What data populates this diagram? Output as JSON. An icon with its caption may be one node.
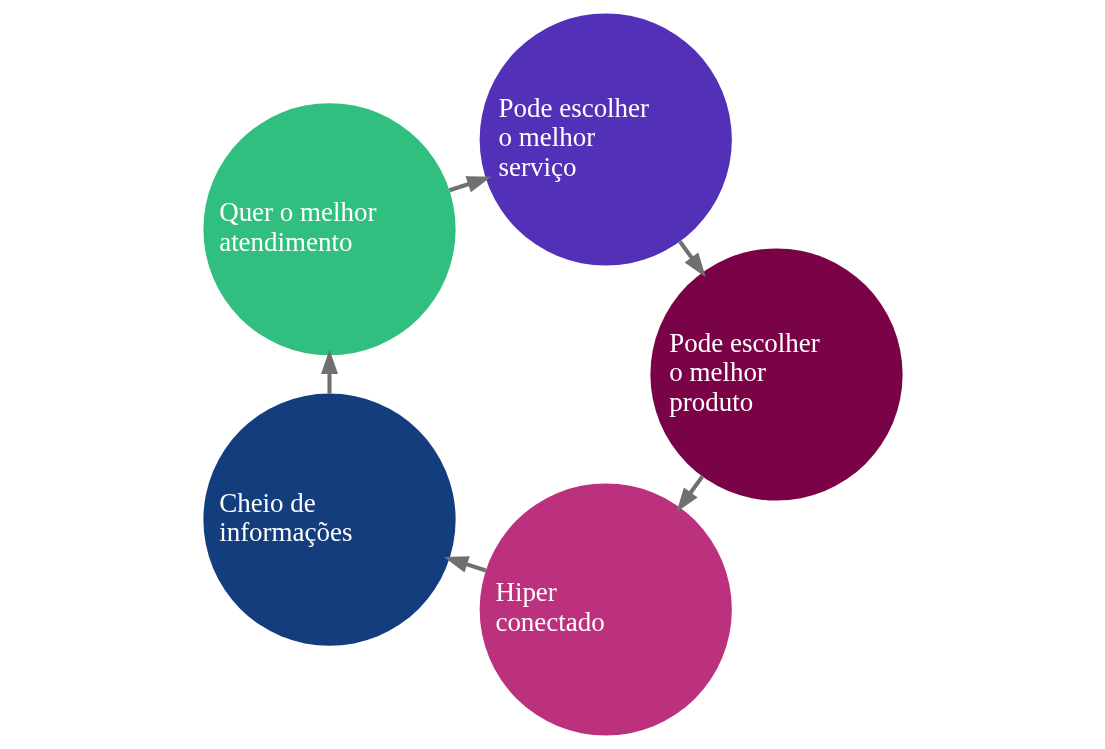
{
  "diagram": {
    "nodes": [
      {
        "text": [
          "Hiper conectado"
        ]
      },
      {
        "text": [
          "Pode escolher o melhor produto"
        ]
      },
      {
        "text": [
          "Cheio de informações"
        ]
      },
      {
        "text": [
          "Pode escolher o melhor serviço"
        ]
      },
      {
        "text": [
          "Quer o melhor atendimento"
        ]
      }
    ],
    "edges": [
      {
        "from": 1,
        "to": 0,
        "arrow": "to"
      },
      {
        "from": 0,
        "to": 2,
        "arrow": "to"
      },
      {
        "from": 2,
        "to": 4,
        "arrow": "to"
      },
      {
        "from": 4,
        "to": 3,
        "arrow": "to"
      },
      {
        "from": 3,
        "to": 1,
        "arrow": "to"
      }
    ]
  }
}
